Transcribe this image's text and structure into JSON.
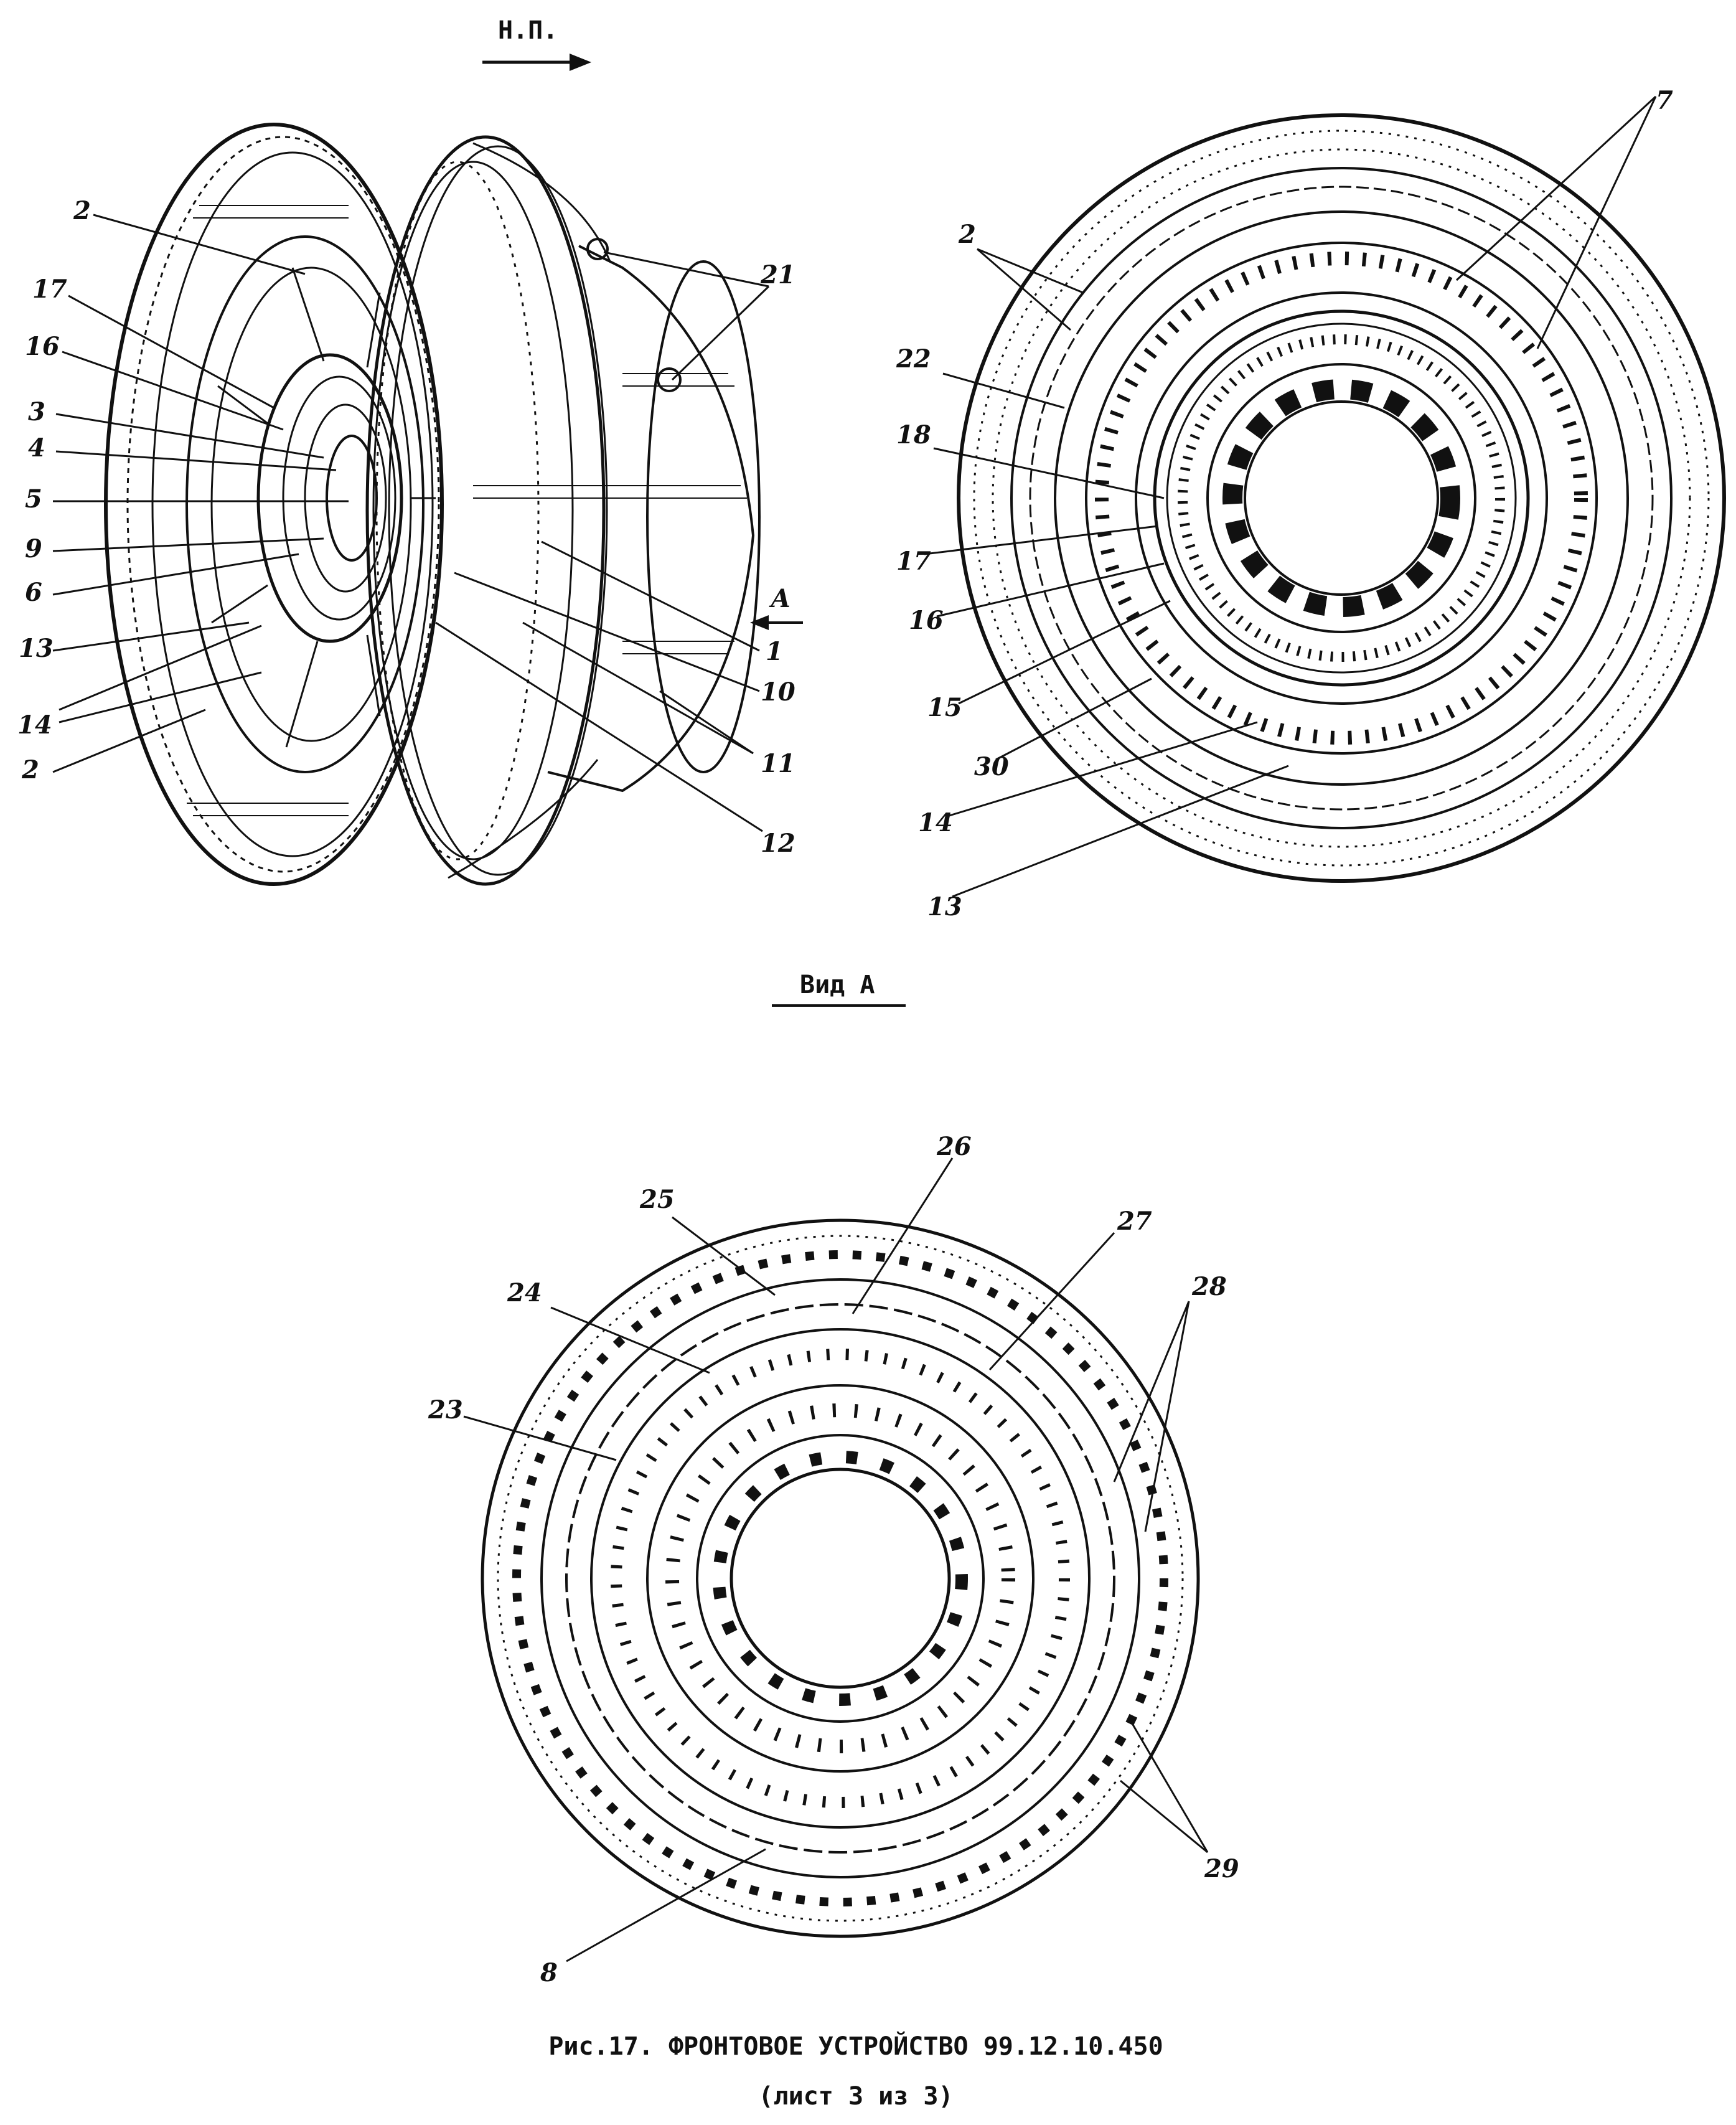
{
  "header": {
    "flow_label": "Н.П."
  },
  "view_a": {
    "label": "Вид А"
  },
  "view_letter": "А",
  "caption": {
    "line1": "Рис.17. ФРОНТОВОЕ УСТРОЙСТВО 99.12.10.450",
    "line2": "(лист 3 из 3)"
  },
  "fig1_labels": [
    "2",
    "17",
    "16",
    "3",
    "4",
    "5",
    "9",
    "6",
    "13",
    "14",
    "2",
    "21",
    "1",
    "10",
    "11",
    "12"
  ],
  "fig2_labels": [
    "7",
    "2",
    "22",
    "18",
    "17",
    "16",
    "15",
    "30",
    "14",
    "13"
  ],
  "fig3_labels": [
    "26",
    "25",
    "27",
    "24",
    "28",
    "23",
    "29",
    "8"
  ]
}
